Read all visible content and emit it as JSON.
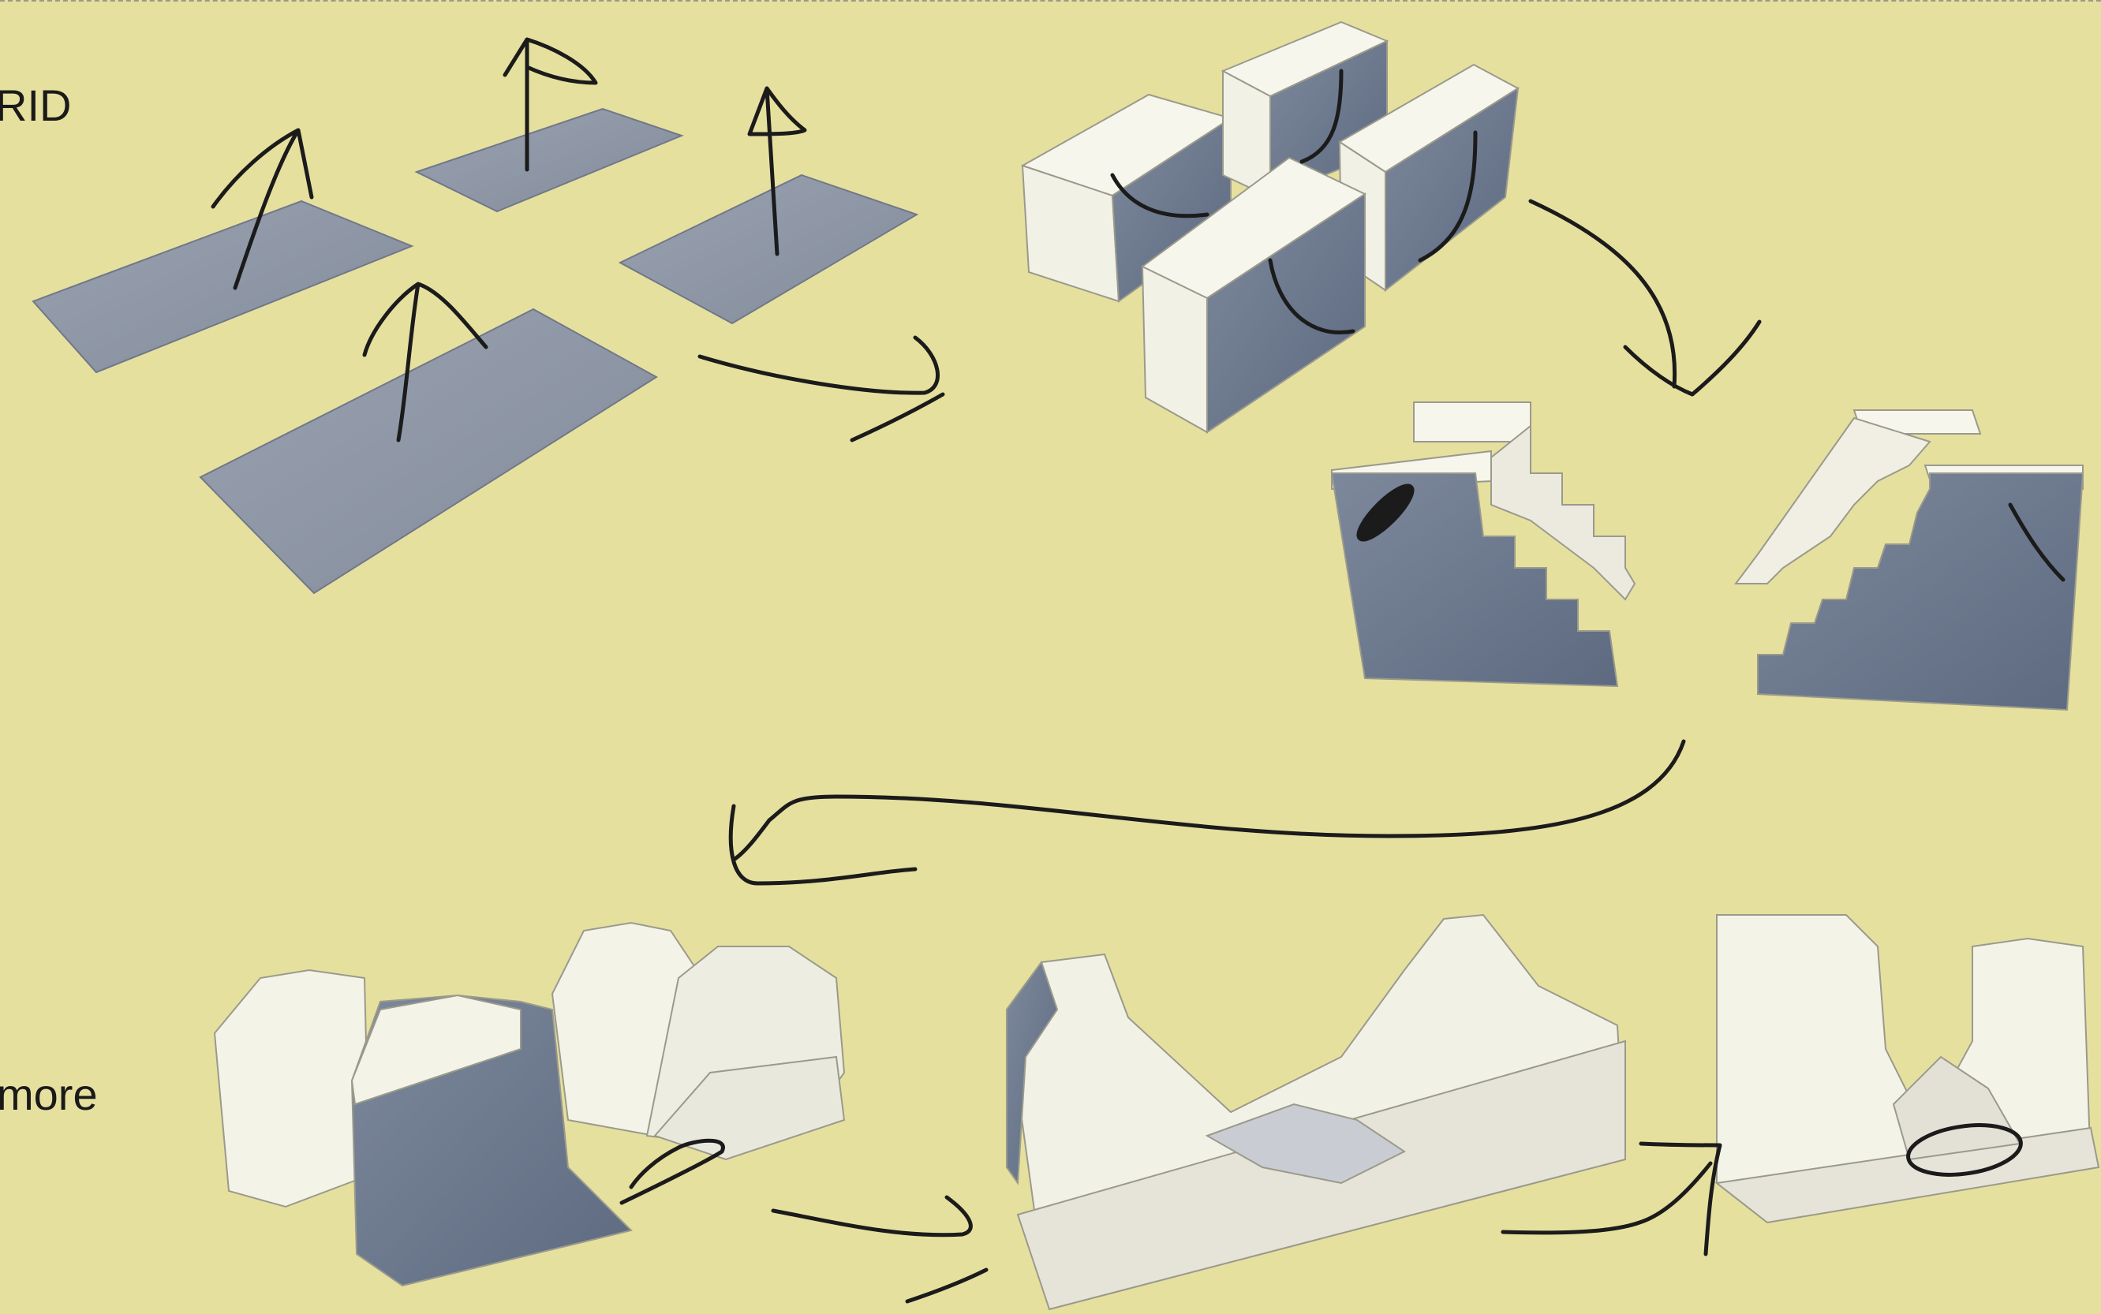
{
  "captions": {
    "top_left": "RID",
    "bottom_left": "more"
  },
  "colors": {
    "background": "#e6e09f",
    "plate": "#8e97a6",
    "block_light": "#f5f4ea",
    "block_shade": "#6f7a8d",
    "sketch_ink": "#1b1b1b"
  },
  "steps": [
    {
      "name": "footprints"
    },
    {
      "name": "extruded-blocks"
    },
    {
      "name": "stepped-blocks"
    },
    {
      "name": "curved-stair-blocks"
    },
    {
      "name": "combined-terrain"
    },
    {
      "name": "final-massing"
    }
  ]
}
